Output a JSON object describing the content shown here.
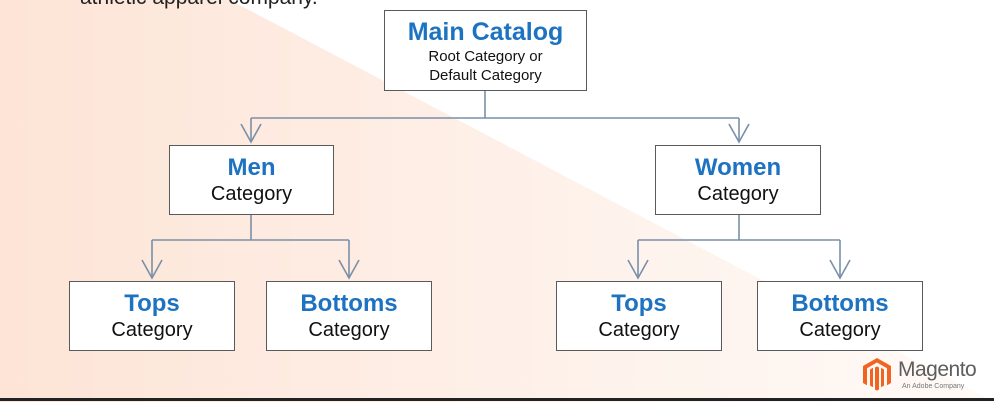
{
  "intro_text": "athletic apparel company.",
  "colors": {
    "title_blue": "#1d72c1",
    "connector": "#7a8fa8",
    "box_border": "#5a5a5a",
    "brand_orange": "#f26322"
  },
  "root": {
    "title": "Main Catalog",
    "subtitle_line1": "Root Category or",
    "subtitle_line2": "Default Category"
  },
  "men": {
    "title": "Men",
    "subtitle": "Category",
    "tops": {
      "title": "Tops",
      "subtitle": "Category"
    },
    "bottoms": {
      "title": "Bottoms",
      "subtitle": "Category"
    }
  },
  "women": {
    "title": "Women",
    "subtitle": "Category",
    "tops": {
      "title": "Tops",
      "subtitle": "Category"
    },
    "bottoms": {
      "title": "Bottoms",
      "subtitle": "Category"
    }
  },
  "brand": {
    "name": "Magento",
    "tagline": "An Adobe Company",
    "icon": "magento-logo-icon"
  }
}
